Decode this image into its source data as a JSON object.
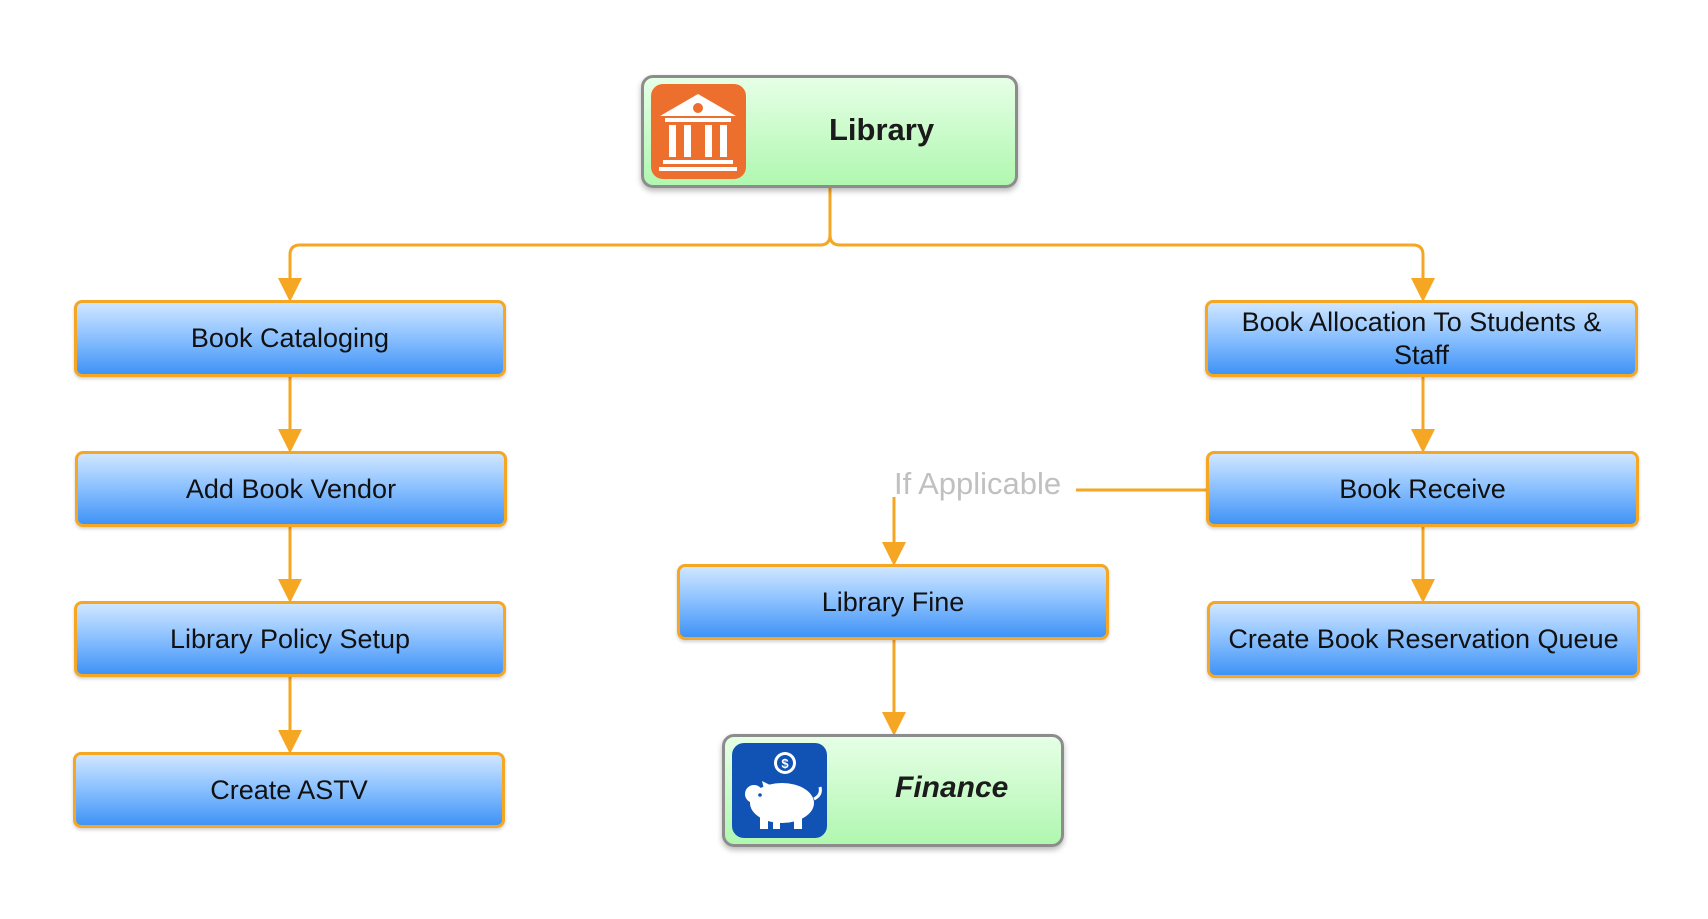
{
  "modules": {
    "library": {
      "label": "Library",
      "icon": "library-building-icon",
      "icon_color": "#ec6f2d"
    },
    "finance": {
      "label": "Finance",
      "icon": "piggy-bank-icon",
      "icon_color": "#1153b4"
    }
  },
  "left_flow": [
    "Book Cataloging",
    "Add Book Vendor",
    "Library Policy Setup",
    "Create ASTV"
  ],
  "right_flow": [
    "Book Allocation To Students & Staff",
    "Book Receive",
    "Create Book Reservation Queue"
  ],
  "middle": {
    "library_fine": "Library Fine",
    "condition_label": "If Applicable"
  },
  "colors": {
    "connector": "#f5a623",
    "process_border": "#f5a623",
    "process_fill": "#4a9af7",
    "module_fill": "#b0f7b0",
    "module_border": "#8c8c8c"
  }
}
